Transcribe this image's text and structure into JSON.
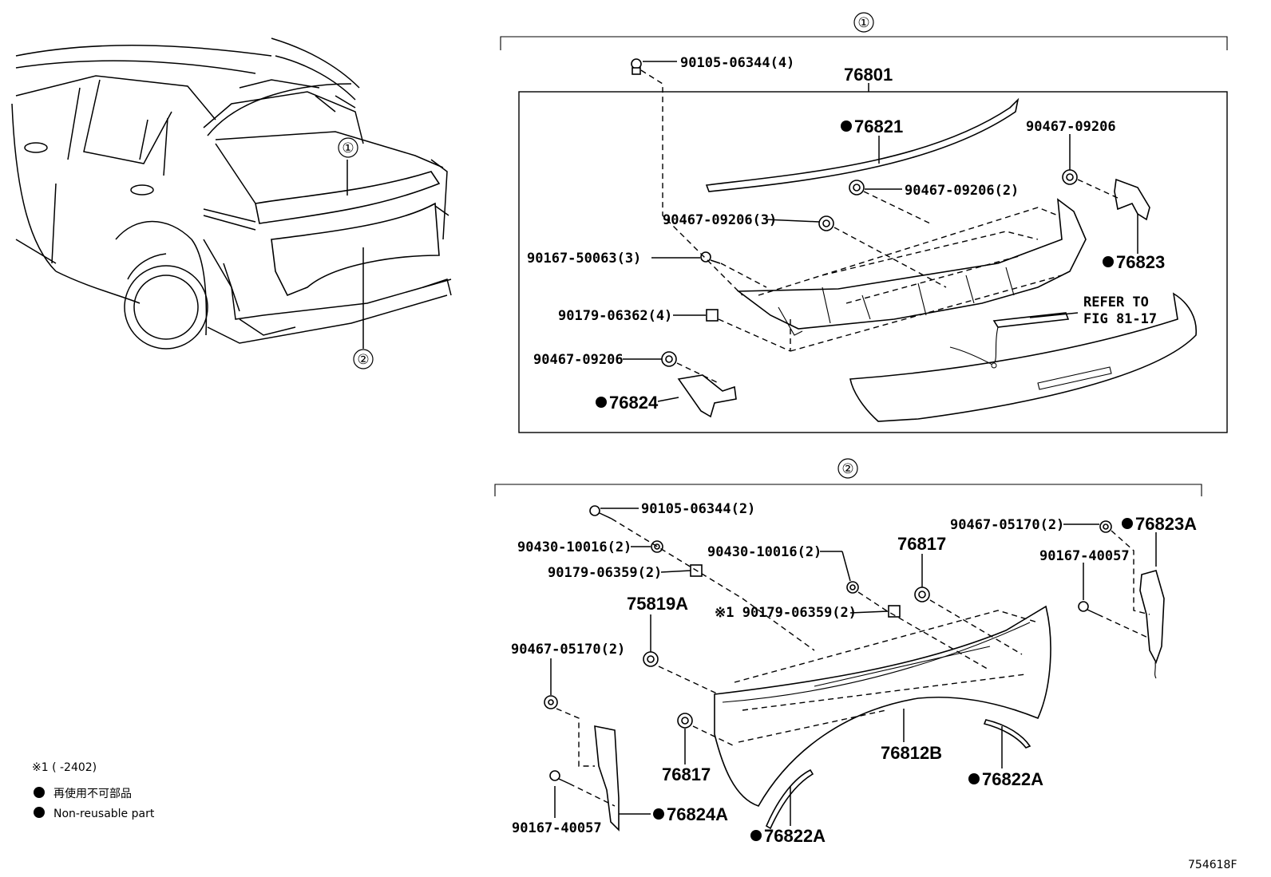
{
  "diagram_id": "754618F",
  "overview": {
    "callout_1": "①",
    "callout_2": "②"
  },
  "group1": {
    "marker": "①",
    "assembly": "76801",
    "labels": {
      "bolt_top": "90105-06344(4)",
      "p76821": "76821",
      "clip_a": "90467-09206",
      "clip_b": "90467-09206(2)",
      "clip_c": "90467-09206(3)",
      "screw": "90167-50063(3)",
      "nut": "90179-06362(4)",
      "clip_d": "90467-09206",
      "p76823": "76823",
      "p76824": "76824",
      "refer_1": "REFER TO",
      "refer_2": "FIG 81-17"
    }
  },
  "group2": {
    "marker": "②",
    "labels": {
      "bolt": "90105-06344(2)",
      "washer_l": "90430-10016(2)",
      "nut_l": "90179-06359(2)",
      "washer_r": "90430-10016(2)",
      "nut_r": "※1 90179-06359(2)",
      "p76817_top": "76817",
      "p75819a": "75819A",
      "clip_l": "90467-05170(2)",
      "screw_l": "90167-40057",
      "p76824a": "76824A",
      "p76817_bot": "76817",
      "p76822a_l": "76822A",
      "p76812b": "76812B",
      "p76822a_r": "76822A",
      "clip_r": "90467-05170(2)",
      "p76823a": "76823A",
      "screw_r": "90167-40057"
    }
  },
  "legend": {
    "note": "※1 (       -2402)",
    "line_jp": "再使用不可部品",
    "line_en": "Non-reusable part"
  }
}
